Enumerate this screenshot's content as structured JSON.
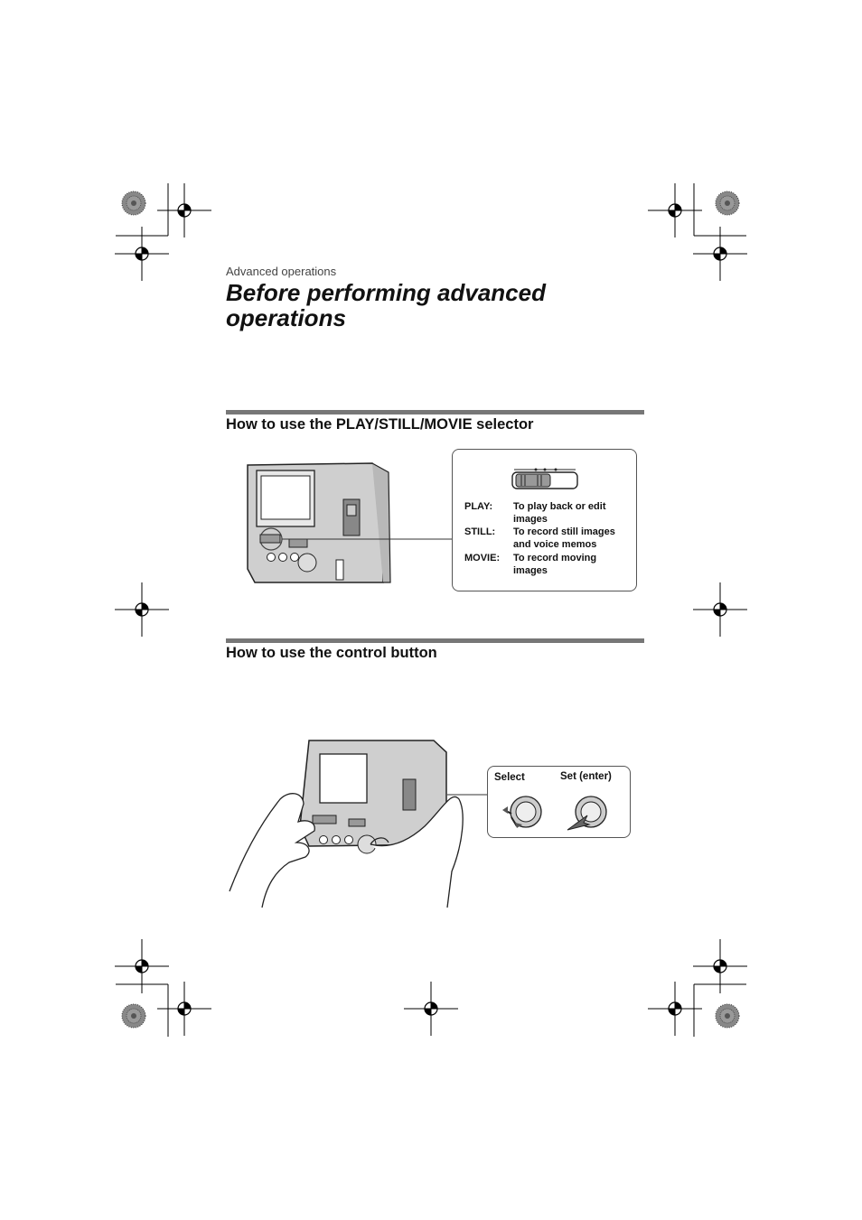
{
  "header": {
    "section": "Advanced operations",
    "title": "Before performing advanced operations"
  },
  "selector_section": {
    "heading": "How to use the PLAY/STILL/MOVIE selector",
    "modes": [
      {
        "key": "PLAY:",
        "desc": "To play back or edit images"
      },
      {
        "key": "STILL:",
        "desc": "To record still images and voice memos"
      },
      {
        "key": "MOVIE:",
        "desc": "To record moving images"
      }
    ]
  },
  "control_section": {
    "heading": "How to use the control button",
    "select_label": "Select",
    "set_label": "Set (enter)"
  },
  "icons": [
    "registration-mark-icon",
    "color-target-icon",
    "camera-illustration",
    "selector-switch-icon",
    "control-button-icon",
    "hands-holding-camera-illustration"
  ]
}
